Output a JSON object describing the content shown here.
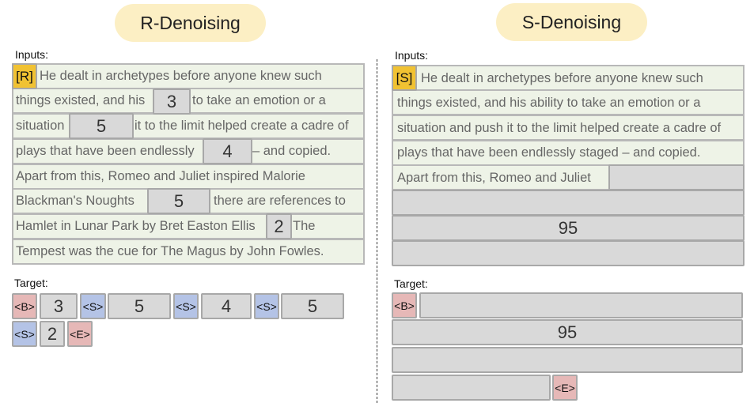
{
  "left": {
    "title": "R-Denoising",
    "inputs_label": "Inputs:",
    "target_label": "Target:",
    "prefix": "[R]",
    "rows": [
      "He dealt in archetypes before anyone knew such",
      "things existed, and his",
      "to take an emotion or a",
      "situation",
      "it to the limit helped create a cadre of",
      "plays that have been endlessly",
      "– and copied.",
      "Apart from  this, Romeo and Juliet inspired Malorie",
      "Blackman's Noughts",
      "there are references to",
      "Hamlet in Lunar Park by Bret Easton Ellis",
      "The",
      "Tempest was the cue for The Magus by John Fowles."
    ],
    "masks": [
      "3",
      "5",
      "4",
      "5",
      "2"
    ],
    "target": [
      "<B>",
      "3",
      "<S>",
      "5",
      "<S>",
      "4",
      "<S>",
      "5",
      "<S>",
      "2",
      "<E>"
    ]
  },
  "right": {
    "title": "S-Denoising",
    "inputs_label": "Inputs:",
    "target_label": "Target:",
    "prefix": "[S]",
    "rows": [
      "He dealt in archetypes before anyone knew such",
      "things existed, and his ability to take an emotion or a",
      "situation and push it to the limit helped create a cadre of",
      "plays that have been endlessly staged – and copied.",
      "Apart from  this, Romeo and Juliet"
    ],
    "mask_length": "95",
    "target": [
      "<B>",
      "95",
      "<E>"
    ]
  },
  "colors": {
    "prefix": "#f1c232",
    "sentinel_be": "#e6b8b7",
    "sentinel_s": "#b4c3e6",
    "mask": "#d9d9d9",
    "input_row": "#eef3e7",
    "title_pill": "#fcefc4"
  }
}
